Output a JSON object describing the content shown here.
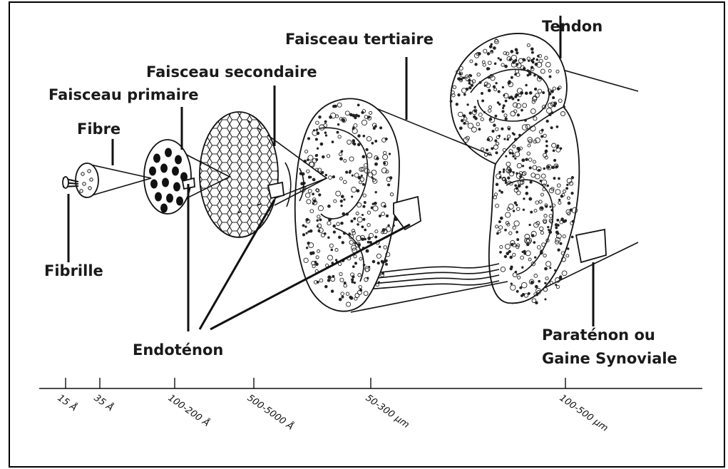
{
  "labels": {
    "tendon": "Tendon",
    "faisceau_tertiaire": "Faisceau tertiaire",
    "faisceau_secondaire": "Faisceau secondaire",
    "faisceau_primaire": "Faisceau primaire",
    "fibre": "Fibre",
    "fibrille": "Fibrille",
    "endotenon": "Endoténon",
    "paratenon_line1": "Paraténon ou",
    "paratenon_line2": "Gaine Synoviale"
  },
  "scale": {
    "ticks": [
      "15 Å",
      "35 Å",
      "100-200 Å",
      "500-5000 Å",
      "50-300 µm",
      "100-500 µm"
    ]
  }
}
